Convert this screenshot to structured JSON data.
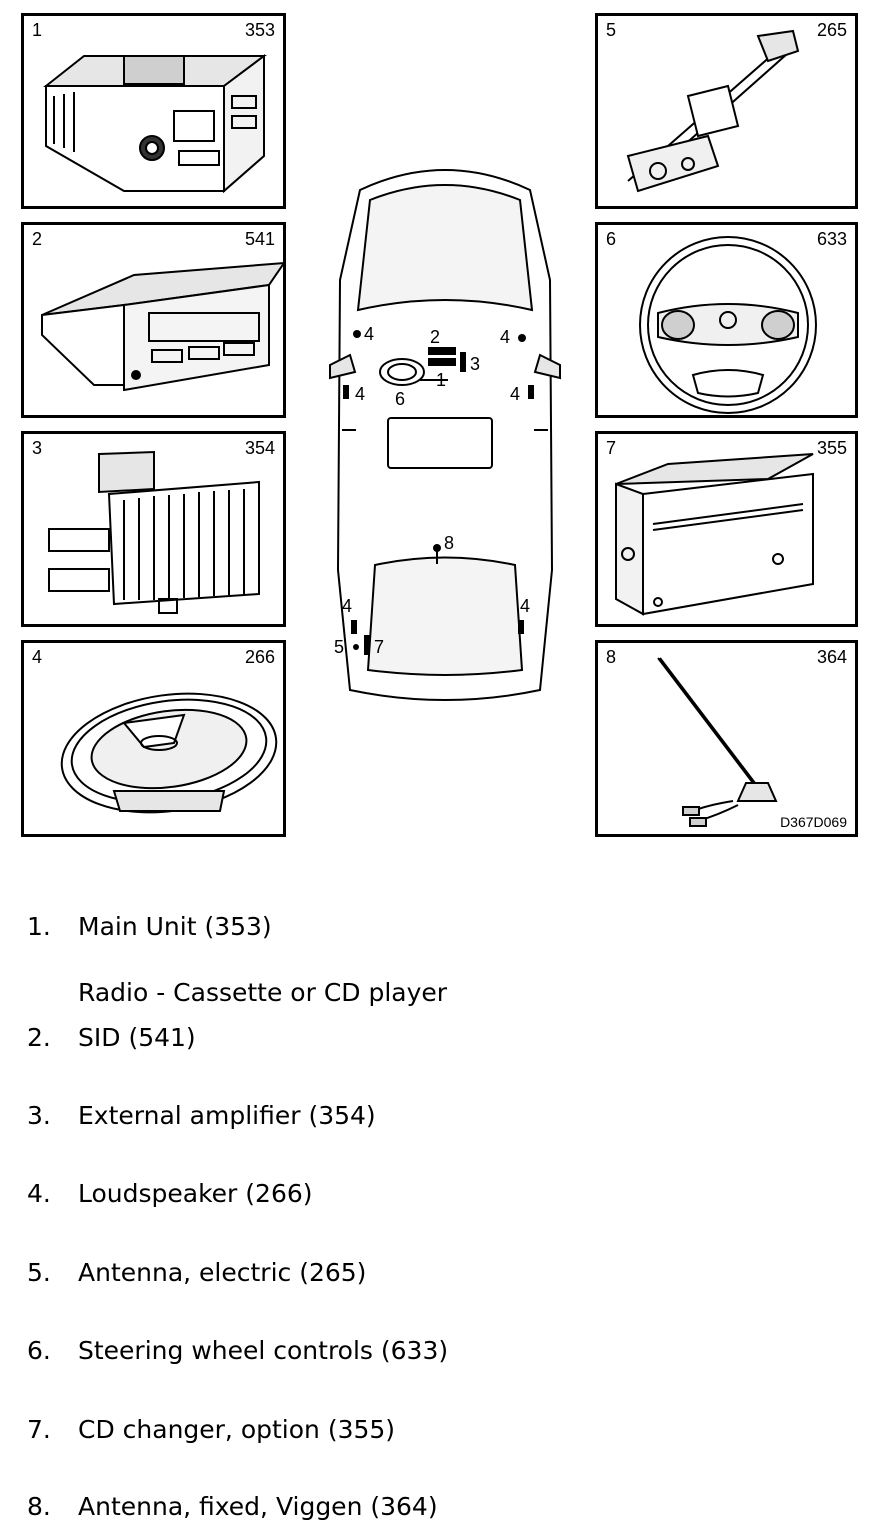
{
  "panels": [
    {
      "num": "1",
      "code": "353"
    },
    {
      "num": "2",
      "code": "541"
    },
    {
      "num": "3",
      "code": "354"
    },
    {
      "num": "4",
      "code": "266"
    },
    {
      "num": "5",
      "code": "265"
    },
    {
      "num": "6",
      "code": "633"
    },
    {
      "num": "7",
      "code": "355"
    },
    {
      "num": "8",
      "code": "364"
    }
  ],
  "drawing_code": "D367D069",
  "car_labels": {
    "l1": "1",
    "l2": "2",
    "l3": "3",
    "l4": "4",
    "l5": "5",
    "l6": "6",
    "l7": "7",
    "l8": "8"
  },
  "legend": [
    {
      "n": "1.",
      "text": "Main Unit (353)"
    },
    {
      "n": "2.",
      "text": "SID (541)"
    },
    {
      "n": "3.",
      "text": "External amplifier (354)"
    },
    {
      "n": "4.",
      "text": "Loudspeaker (266)"
    },
    {
      "n": "5.",
      "text": "Antenna, electric (265)"
    },
    {
      "n": "6.",
      "text": "Steering wheel controls (633)"
    },
    {
      "n": "7.",
      "text": "CD changer, option (355)"
    },
    {
      "n": "8.",
      "text": "Antenna, fixed, Viggen (364)"
    }
  ],
  "legend_sub": "Radio - Cassette or CD player"
}
